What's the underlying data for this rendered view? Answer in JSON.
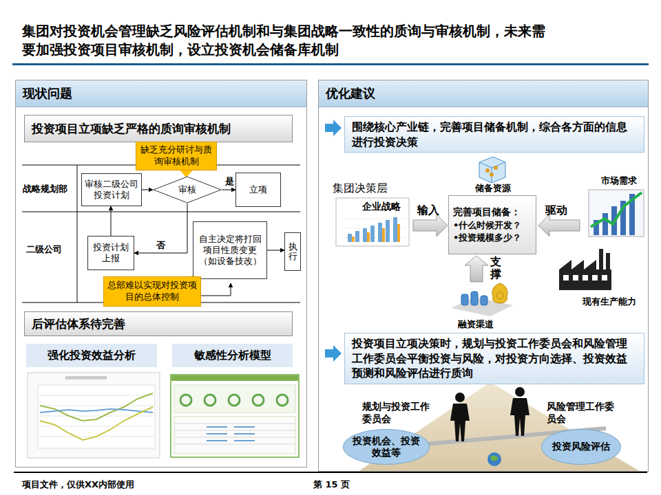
{
  "diagram": {
    "title": "集团对投资机会管理缺乏风险评估机制和与集团战略一致性的质询与审核机制，未来需要加强投资项目审核机制，设立投资机会储备库机制",
    "nodes": [
      {
        "text": [
          "现状问题"
        ]
      },
      {
        "text": [
          "投资项目立项缺乏严格的质询审核机制"
        ],
        "in": 0
      },
      {
        "text": [
          "缺乏充分研讨与质询审核机制"
        ],
        "in": 0
      },
      {
        "text": [
          "审核二级公司投资计划"
        ],
        "in": 0
      },
      {
        "text": [
          "审核"
        ],
        "in": 0
      },
      {
        "text": [
          "立项"
        ],
        "in": 0
      },
      {
        "text": [
          "投资计划上报"
        ],
        "in": 0
      },
      {
        "text": [
          "自主决定将打回项目性质变更（如设备技改）"
        ],
        "in": 0
      },
      {
        "text": [
          "执行"
        ],
        "in": 0
      },
      {
        "text": [
          "总部难以实现对投资项目的总体控制"
        ],
        "in": 0
      },
      {
        "text": [
          "后评估体系待完善"
        ],
        "in": 0
      },
      {
        "text": [
          "强化投资效益分析"
        ],
        "in": 0
      },
      {
        "text": [
          "敏感性分析模型"
        ],
        "in": 0
      },
      {
        "text": [
          "优化建议"
        ]
      },
      {
        "text": [
          "围绕核心产业链，完善项目储备机制，综合各方面的信息进行投资决策"
        ],
        "in": 13
      },
      {
        "text": [
          "完善项目储备：",
          "•什么时候开发？",
          "•投资规模多少？"
        ],
        "in": 13
      },
      {
        "text": [
          "投资项目立项决策时，规划与投资工作委员会和风险管理工作委员会平衡投资与风险，对投资方向选择、投资效益预测和风险评估进行质询"
        ],
        "in": 13
      },
      {
        "text": [
          "投资机会、投资效益等"
        ],
        "in": 13
      },
      {
        "text": [
          "投资风险评估"
        ],
        "in": 13
      }
    ],
    "edges": [
      {
        "from": 6,
        "to": 3,
        "arrow": "to"
      },
      {
        "from": 3,
        "to": 4,
        "arrow": "to"
      },
      {
        "from": 4,
        "to": 5,
        "label": "是",
        "arrow": "to"
      },
      {
        "from": 4,
        "to": 6,
        "label": "否",
        "arrow": "to"
      },
      {
        "from": 7,
        "to": 8,
        "arrow": "to"
      }
    ],
    "labels": [
      "战略规划部",
      "二级公司",
      "集团决策层",
      "企业战略",
      "储备资源",
      "市场需求",
      "输入",
      "驱动",
      "支撑",
      "现有生产能力",
      "融资渠道",
      "规划与投资工作委员会",
      "风险管理工作委员会",
      "项目文件，仅供XX内部使用",
      "第 15 页"
    ]
  }
}
